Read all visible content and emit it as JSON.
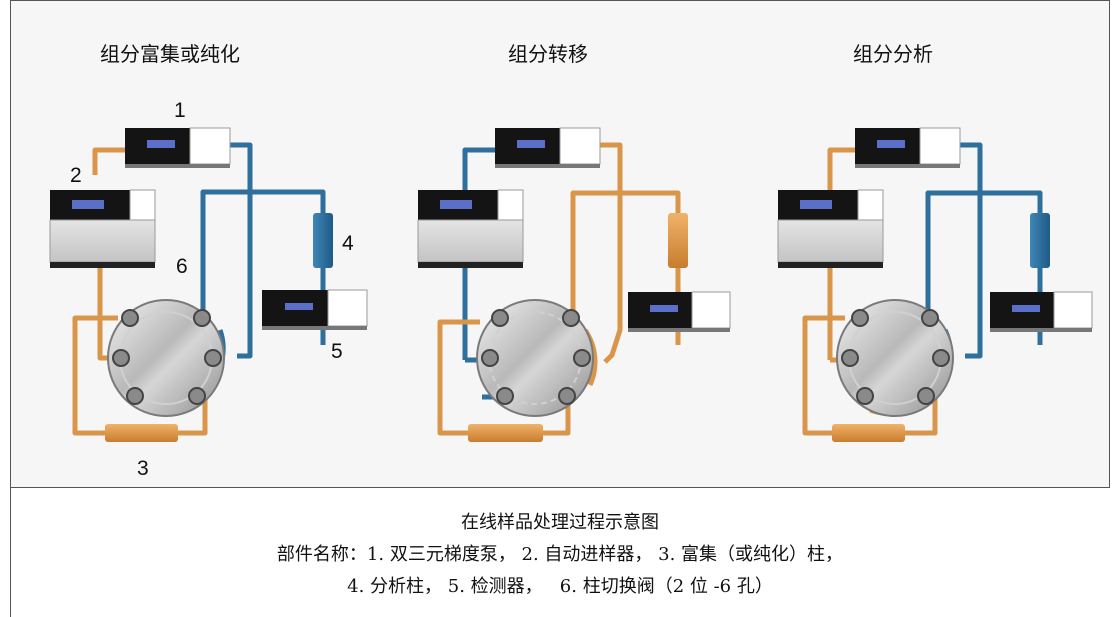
{
  "panels": [
    {
      "title": "组分富集或纯化"
    },
    {
      "title": "组分转移"
    },
    {
      "title": "组分分析"
    }
  ],
  "labels": {
    "pump": "1",
    "autosampler": "2",
    "enrich_column": "3",
    "analytical_column": "4",
    "detector": "5",
    "valve": "6"
  },
  "colors": {
    "orange": "#d9964a",
    "blue": "#2e6f9e",
    "device_dark": "#141414",
    "screen": "#5b6fc9"
  },
  "caption": {
    "title": "在线样品处理过程示意图",
    "line1": "部件名称：1. 双三元梯度泵， 2. 自动进样器， 3. 富集（或纯化）柱，",
    "line2": "4. 分析柱， 5. 检测器，   6. 柱切换阀（2 位 -6 孔）"
  }
}
